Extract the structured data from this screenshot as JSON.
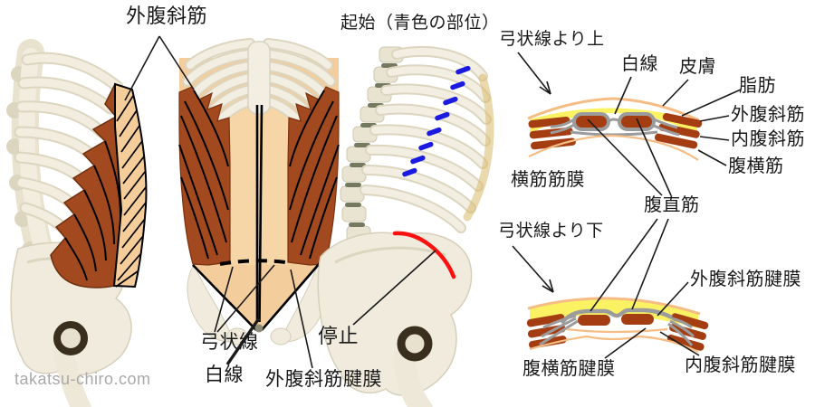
{
  "watermark": "takatsu-chiro.com",
  "main_figure": {
    "external_oblique": "外腹斜筋"
  },
  "front_torso": {
    "arcuate_line": "弓状線",
    "linea_alba": "白線",
    "external_oblique_aponeurosis": "外腹斜筋腱膜"
  },
  "origin_insertion_figure": {
    "title": "起始（青色の部位）",
    "insertion": "停止"
  },
  "cross_section_upper": {
    "title": "弓状線より上",
    "linea_alba": "白線",
    "skin": "皮膚",
    "fat": "脂肪",
    "external_oblique": "外腹斜筋",
    "internal_oblique": "内腹斜筋",
    "transversus_abdominis": "腹横筋",
    "transversalis_fascia": "横筋筋膜"
  },
  "shared": {
    "rectus_abdominis": "腹直筋"
  },
  "cross_section_lower": {
    "title": "弓状線より下",
    "external_oblique_aponeurosis": "外腹斜筋腱膜",
    "internal_oblique_aponeurosis": "内腹斜筋腱膜",
    "transversus_aponeurosis": "腹横筋腱膜"
  },
  "colors": {
    "muscle_brown": "#A2491F",
    "rectus_brown": "#A43E12",
    "aponeurosis_tan": "#F5CD9B",
    "fat_yellow": "#FAF263",
    "skin_orange": "#F5BD85",
    "fascia_gray": "#9B9B9B",
    "origin_blue": "#1A1AE0",
    "insertion_red": "#FF1010",
    "bone_white": "#F2EDDF",
    "label_black": "#1A1A1A",
    "watermark_gray": "#A9A9A9"
  }
}
